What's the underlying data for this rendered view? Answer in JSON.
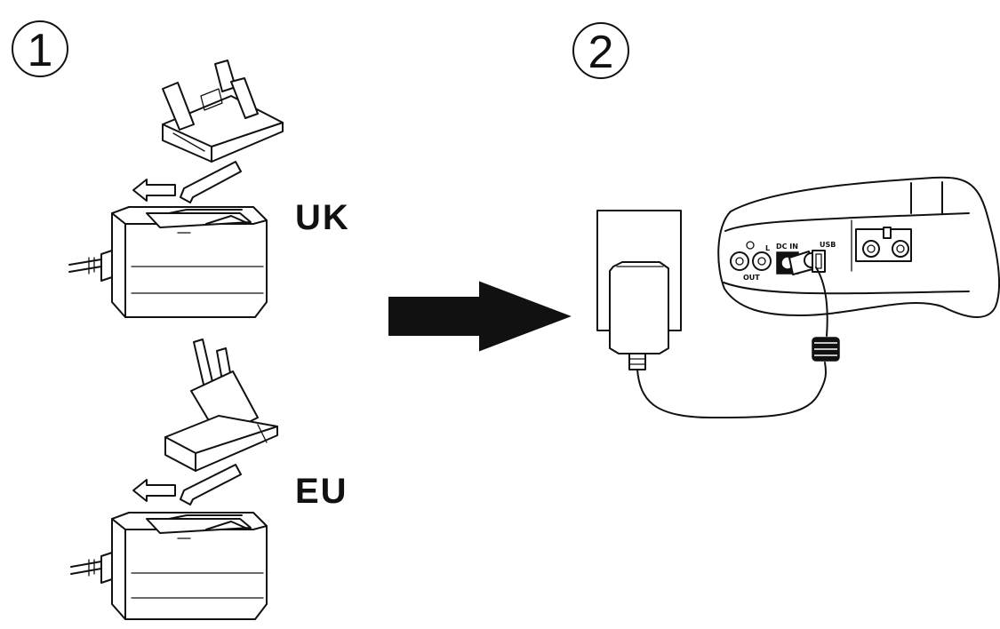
{
  "steps": {
    "one": "1",
    "two": "2"
  },
  "plugs": {
    "uk_label": "UK",
    "eu_label": "EU"
  },
  "panel": {
    "out_label": "OUT",
    "l_label": "L",
    "dc_in_label": "DC IN",
    "usb_label": "USB"
  },
  "icons": [
    "circled-number",
    "uk-plug-adapter",
    "eu-plug-adapter",
    "power-adapter",
    "insert-arrow",
    "direction-arrow",
    "wall-socket",
    "device-rear-panel",
    "ferrite-bead-icon"
  ]
}
